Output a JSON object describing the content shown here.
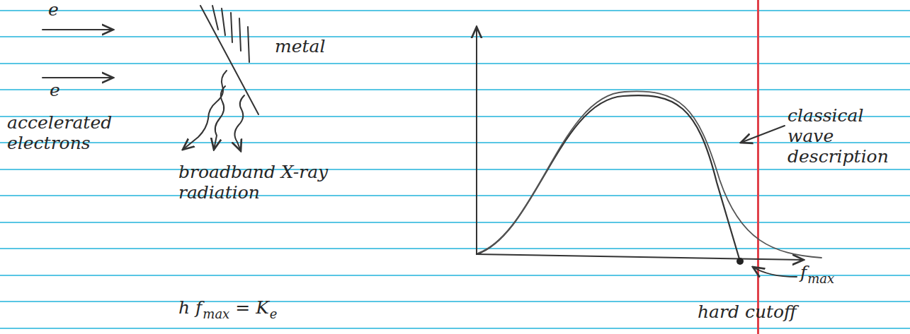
{
  "diagram": {
    "labels": [
      "e",
      "e",
      "accelerated electrons",
      "metal",
      "broadband X-ray radiation",
      "h f",
      "max",
      "= K",
      "e",
      "classical wave description",
      "f",
      "max",
      "hard cutoff"
    ]
  }
}
